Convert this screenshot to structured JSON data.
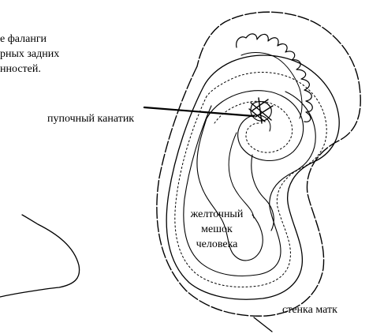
{
  "labels": {
    "phalanges": [
      "е фаланги",
      "рных задних",
      "нностей."
    ],
    "umbilical_cord": "пупочный канатик",
    "yolk_sac": [
      "желточный",
      "мешок",
      "человека"
    ],
    "uterine_wall": "стенка матк"
  },
  "colors": {
    "ink": "#000000",
    "background": "#ffffff"
  }
}
